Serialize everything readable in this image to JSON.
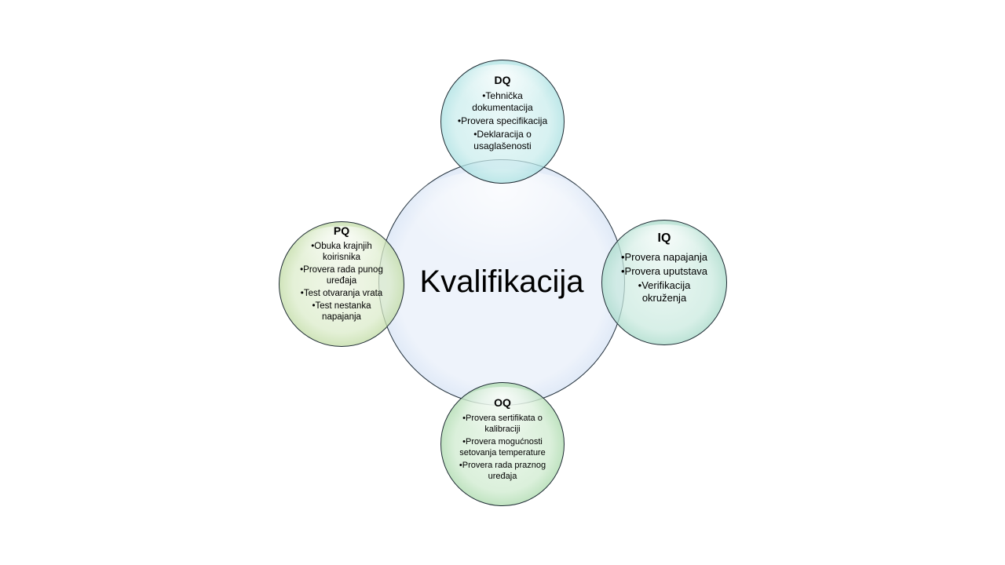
{
  "diagram": {
    "center": {
      "label": "Kvalifikacija"
    },
    "dq": {
      "title": "DQ",
      "items": [
        "•Tehnička dokumentacija",
        "•Provera specifikacija",
        "•Deklaracija o usaglašenosti"
      ]
    },
    "iq": {
      "title": "IQ",
      "items": [
        "•Provera napajanja",
        "•Provera uputstava",
        "•Verifikacija okruženja"
      ]
    },
    "oq": {
      "title": "OQ",
      "items": [
        "•Provera sertifikata o kalibraciji",
        "•Provera mogućnosti setovanja temperature",
        "•Provera rada praznog uređaja"
      ]
    },
    "pq": {
      "title": "PQ",
      "items": [
        "•Obuka krajnjih koirisnika",
        "•Provera rada punog uređaja",
        "•Test otvaranja vrata",
        "•Test nestanka napajanja"
      ]
    }
  },
  "colors": {
    "center_fill": "#eef3fb",
    "dq_fill": "#c8ecec",
    "iq_fill": "#c8e9de",
    "oq_fill": "#cdeacd",
    "pq_fill": "#daebc8",
    "outline": "#1e2b33"
  }
}
